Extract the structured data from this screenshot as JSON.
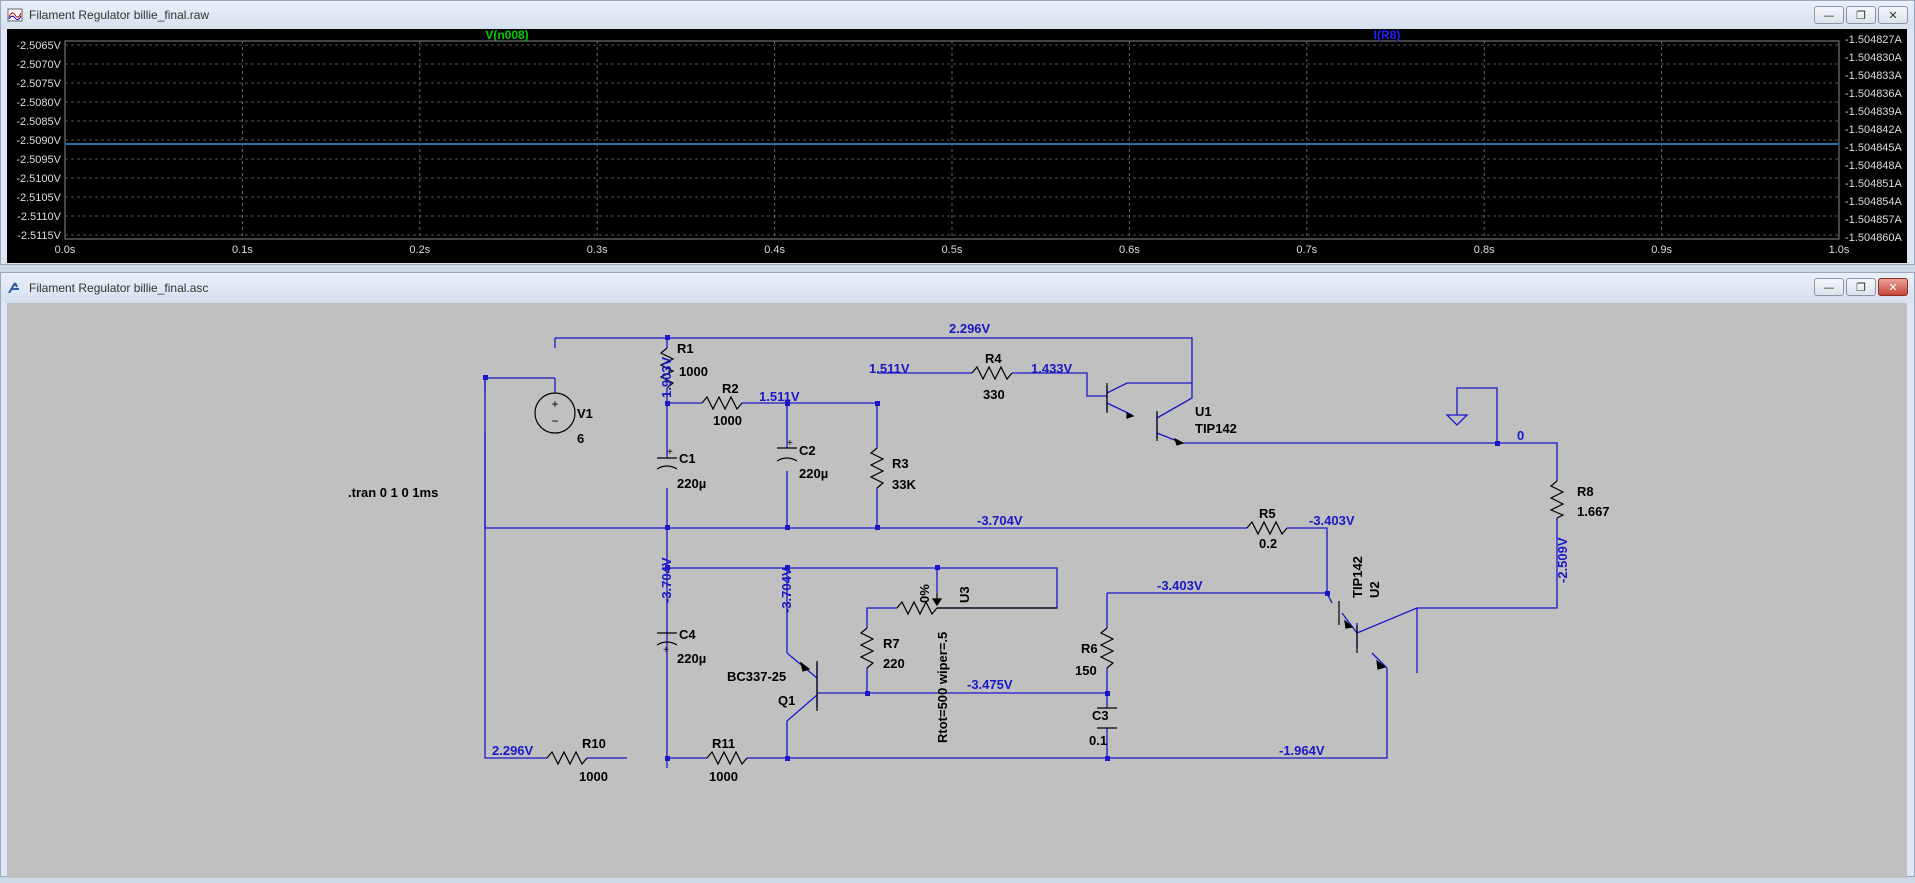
{
  "plot_window": {
    "title": "Filament Regulator billie_final.raw",
    "traces": [
      {
        "label": "V(n008)",
        "color": "#00cc00"
      },
      {
        "label": "I(R8)",
        "color": "#2020ff"
      }
    ],
    "left_axis_ticks": [
      "-2.5065V",
      "-2.5070V",
      "-2.5075V",
      "-2.5080V",
      "-2.5085V",
      "-2.5090V",
      "-2.5095V",
      "-2.5100V",
      "-2.5105V",
      "-2.5110V",
      "-2.5115V"
    ],
    "right_axis_ticks": [
      "-1.504827A",
      "-1.504830A",
      "-1.504833A",
      "-1.504836A",
      "-1.504839A",
      "-1.504842A",
      "-1.504845A",
      "-1.504848A",
      "-1.504851A",
      "-1.504854A",
      "-1.504857A",
      "-1.504860A"
    ],
    "x_axis_ticks": [
      "0.0s",
      "0.1s",
      "0.2s",
      "0.3s",
      "0.4s",
      "0.5s",
      "0.6s",
      "0.7s",
      "0.8s",
      "0.9s",
      "1.0s"
    ],
    "trace_level_fraction": 0.52
  },
  "schematic_window": {
    "title": "Filament Regulator billie_final.asc",
    "directive": ".tran 0 1 0 1ms",
    "components": {
      "V1": {
        "name": "V1",
        "value": "6"
      },
      "R1": {
        "name": "R1",
        "value": "1000"
      },
      "R2": {
        "name": "R2",
        "value": "1000"
      },
      "R3": {
        "name": "R3",
        "value": "33K"
      },
      "R4": {
        "name": "R4",
        "value": "330"
      },
      "R5": {
        "name": "R5",
        "value": "0.2"
      },
      "R6": {
        "name": "R6",
        "value": "150"
      },
      "R7": {
        "name": "R7",
        "value": "220"
      },
      "R8": {
        "name": "R8",
        "value": "1.667"
      },
      "R10": {
        "name": "R10",
        "value": "1000"
      },
      "R11": {
        "name": "R11",
        "value": "1000"
      },
      "C1": {
        "name": "C1",
        "value": "220µ"
      },
      "C2": {
        "name": "C2",
        "value": "220µ"
      },
      "C3": {
        "name": "C3",
        "value": "0.1"
      },
      "C4": {
        "name": "C4",
        "value": "220µ"
      },
      "U1": {
        "name": "U1",
        "value": "TIP142"
      },
      "U2": {
        "name": "U2",
        "value": "TIP142"
      },
      "U3": {
        "name": "U3",
        "value": "0%",
        "param": "Rtot=500 wiper=.5"
      },
      "Q1": {
        "name": "Q1",
        "value": "BC337-25"
      }
    },
    "node_voltages": {
      "top": "2.296V",
      "r1_node": "1.903V",
      "r2_node": "1.511V",
      "r4_left": "1.511V",
      "r4_right": "1.433V",
      "u1_emitter": "0",
      "bottom_rail": "-3.704V",
      "r5_right": "-3.403V",
      "r8_low": "-2.509V",
      "c4_node": "-3.704V",
      "q1_collector": "-3.704V",
      "u2_base": "-3.403V",
      "q1_base": "-3.475V",
      "left_rail": "2.296V",
      "bottom_line": "-1.964V"
    }
  }
}
